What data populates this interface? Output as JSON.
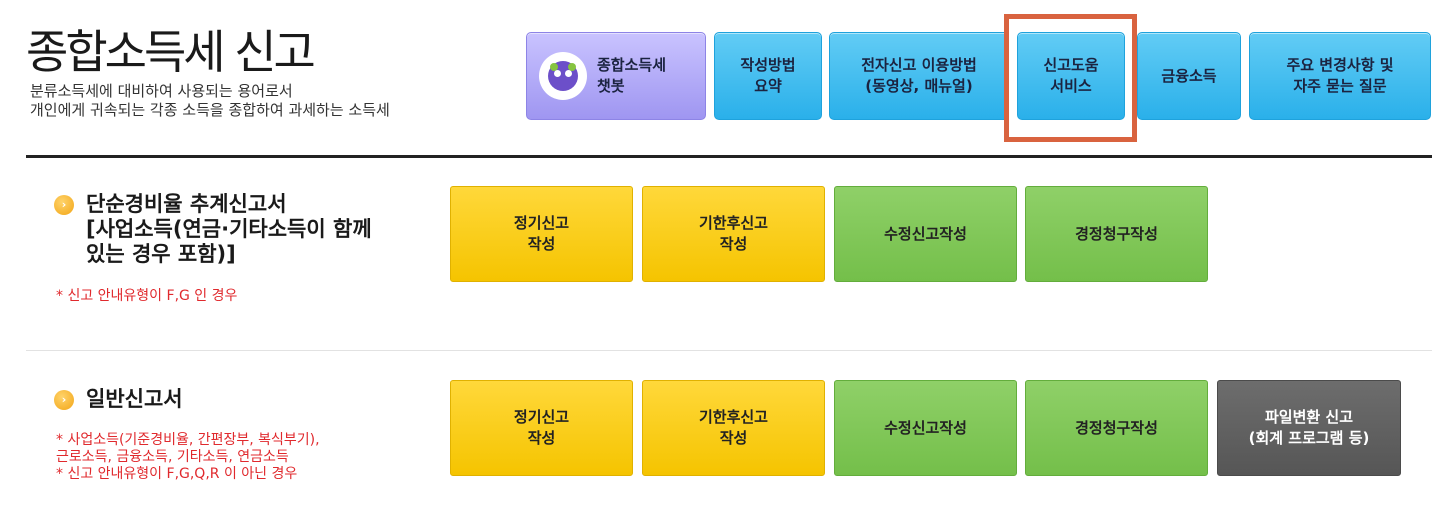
{
  "header": {
    "title": "종합소득세 신고",
    "subtitle_line1": "분류소득세에 대비하여 사용되는 용어로서",
    "subtitle_line2": "개인에게 귀속되는 각종 소득을 종합하여 과세하는 소득세"
  },
  "top_buttons": {
    "chatbot": "종합소득세\n챗봇",
    "summary": "작성방법\n요약",
    "e_filing_guide": "전자신고 이용방법\n(동영상, 매뉴얼)",
    "filing_help": "신고도움\n서비스",
    "financial_income": "금융소득",
    "faq": "주요 변경사항 및\n자주 묻는 질문"
  },
  "section_simple": {
    "title": "단순경비율 추계신고서\n[사업소득(연금·기타소득이 함께\n있는 경우 포함)]",
    "note": "* 신고 안내유형이 F,G 인 경우",
    "buttons": {
      "regular": "정기신고\n작성",
      "late": "기한후신고\n작성",
      "amend": "수정신고작성",
      "refund_claim": "경정청구작성"
    }
  },
  "section_general": {
    "title": "일반신고서",
    "note": "* 사업소득(기준경비율, 간편장부, 복식부기),\n  근로소득, 금융소득, 기타소득, 연금소득\n* 신고 안내유형이 F,G,Q,R 이 아닌 경우",
    "buttons": {
      "regular": "정기신고\n작성",
      "late": "기한후신고\n작성",
      "amend": "수정신고작성",
      "refund_claim": "경정청구작성",
      "file_convert": "파일변환 신고\n(회계 프로그램 등)"
    }
  },
  "colors": {
    "top_button": "#2ab0ea",
    "chatbot_button": "#a59cf3",
    "yellow_button": "#f5c400",
    "green_button": "#74bf4a",
    "gray_button": "#5a5a5a",
    "highlight_border": "#d9633f",
    "note_text": "#e0292d"
  },
  "icons": {
    "chatbot": "robot-mascot-icon",
    "bullet": "orange-circle-arrow-icon"
  }
}
